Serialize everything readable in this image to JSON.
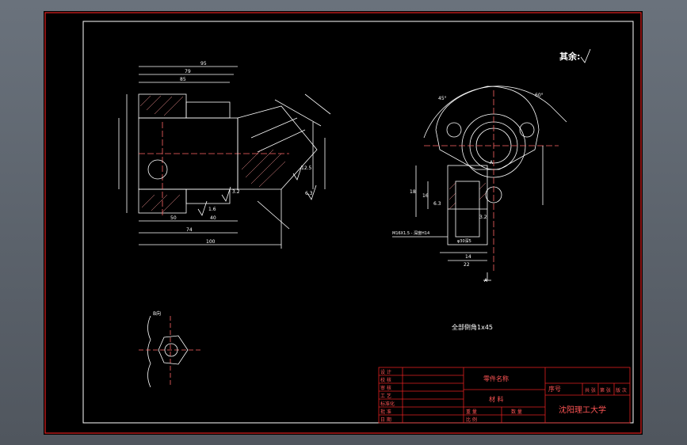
{
  "drawing": {
    "note_top_right": "其余:",
    "note_chamfer": "全部倒角1x45",
    "view_b_label": "B向",
    "section_a_label": "A",
    "dims_front": [
      "95",
      "79",
      "85",
      "100",
      "74",
      "50",
      "40",
      "1.6",
      "3.2",
      "6.3",
      "12.5"
    ],
    "dims_side": [
      "45°",
      "60°",
      "14",
      "22",
      "18",
      "16",
      "6.3",
      "3.2"
    ],
    "thread_note": "M16X1.5 - 深度H14",
    "counterbore_note": "φ30深5"
  },
  "title_block": {
    "part_name_label": "零件名称",
    "material_label": "材 料",
    "seq_label": "序号",
    "school": "沈阳理工大学",
    "left_rows": [
      "设 计",
      "校 核",
      "审 核",
      "工 艺",
      "标准化",
      "批 准",
      "日 期"
    ],
    "ratio_label": "比 例",
    "weight_label": "重 量",
    "qty_label": "数 量",
    "sheet_labels": [
      "共 张",
      "第 张",
      "版 次"
    ]
  }
}
